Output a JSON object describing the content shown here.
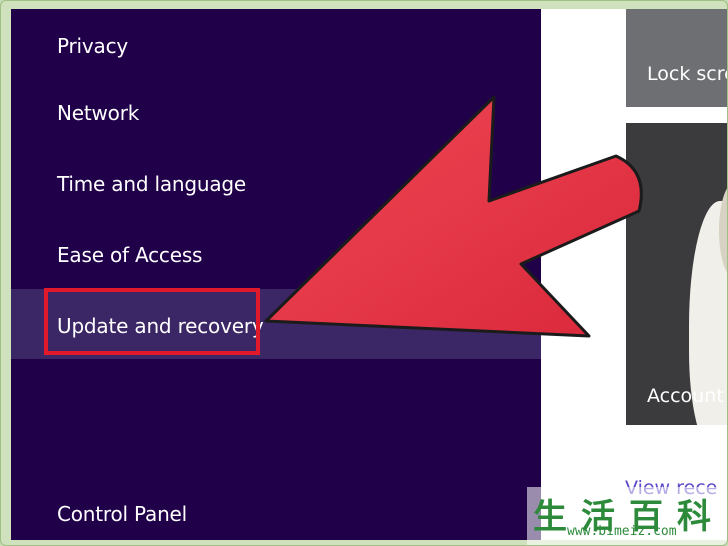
{
  "sidebar": {
    "items": [
      {
        "label": "Privacy"
      },
      {
        "label": "Network"
      },
      {
        "label": "Time and language"
      },
      {
        "label": "Ease of Access"
      },
      {
        "label": "Update and recovery",
        "selected": true
      }
    ],
    "footer": {
      "label": "Control Panel"
    }
  },
  "content": {
    "lock_screen_tile": "Lock scre",
    "account_tile": "Account",
    "view_link": "View rece"
  },
  "annotation": {
    "arrow_color": "#e0303f",
    "highlight_color": "#e0192b"
  },
  "watermark": {
    "chars": "生活百科",
    "url": "www.bimeiz.com"
  },
  "colors": {
    "sidebar_bg": "#21004a",
    "selected_bg": "#3c2766",
    "text": "#ffffff"
  }
}
